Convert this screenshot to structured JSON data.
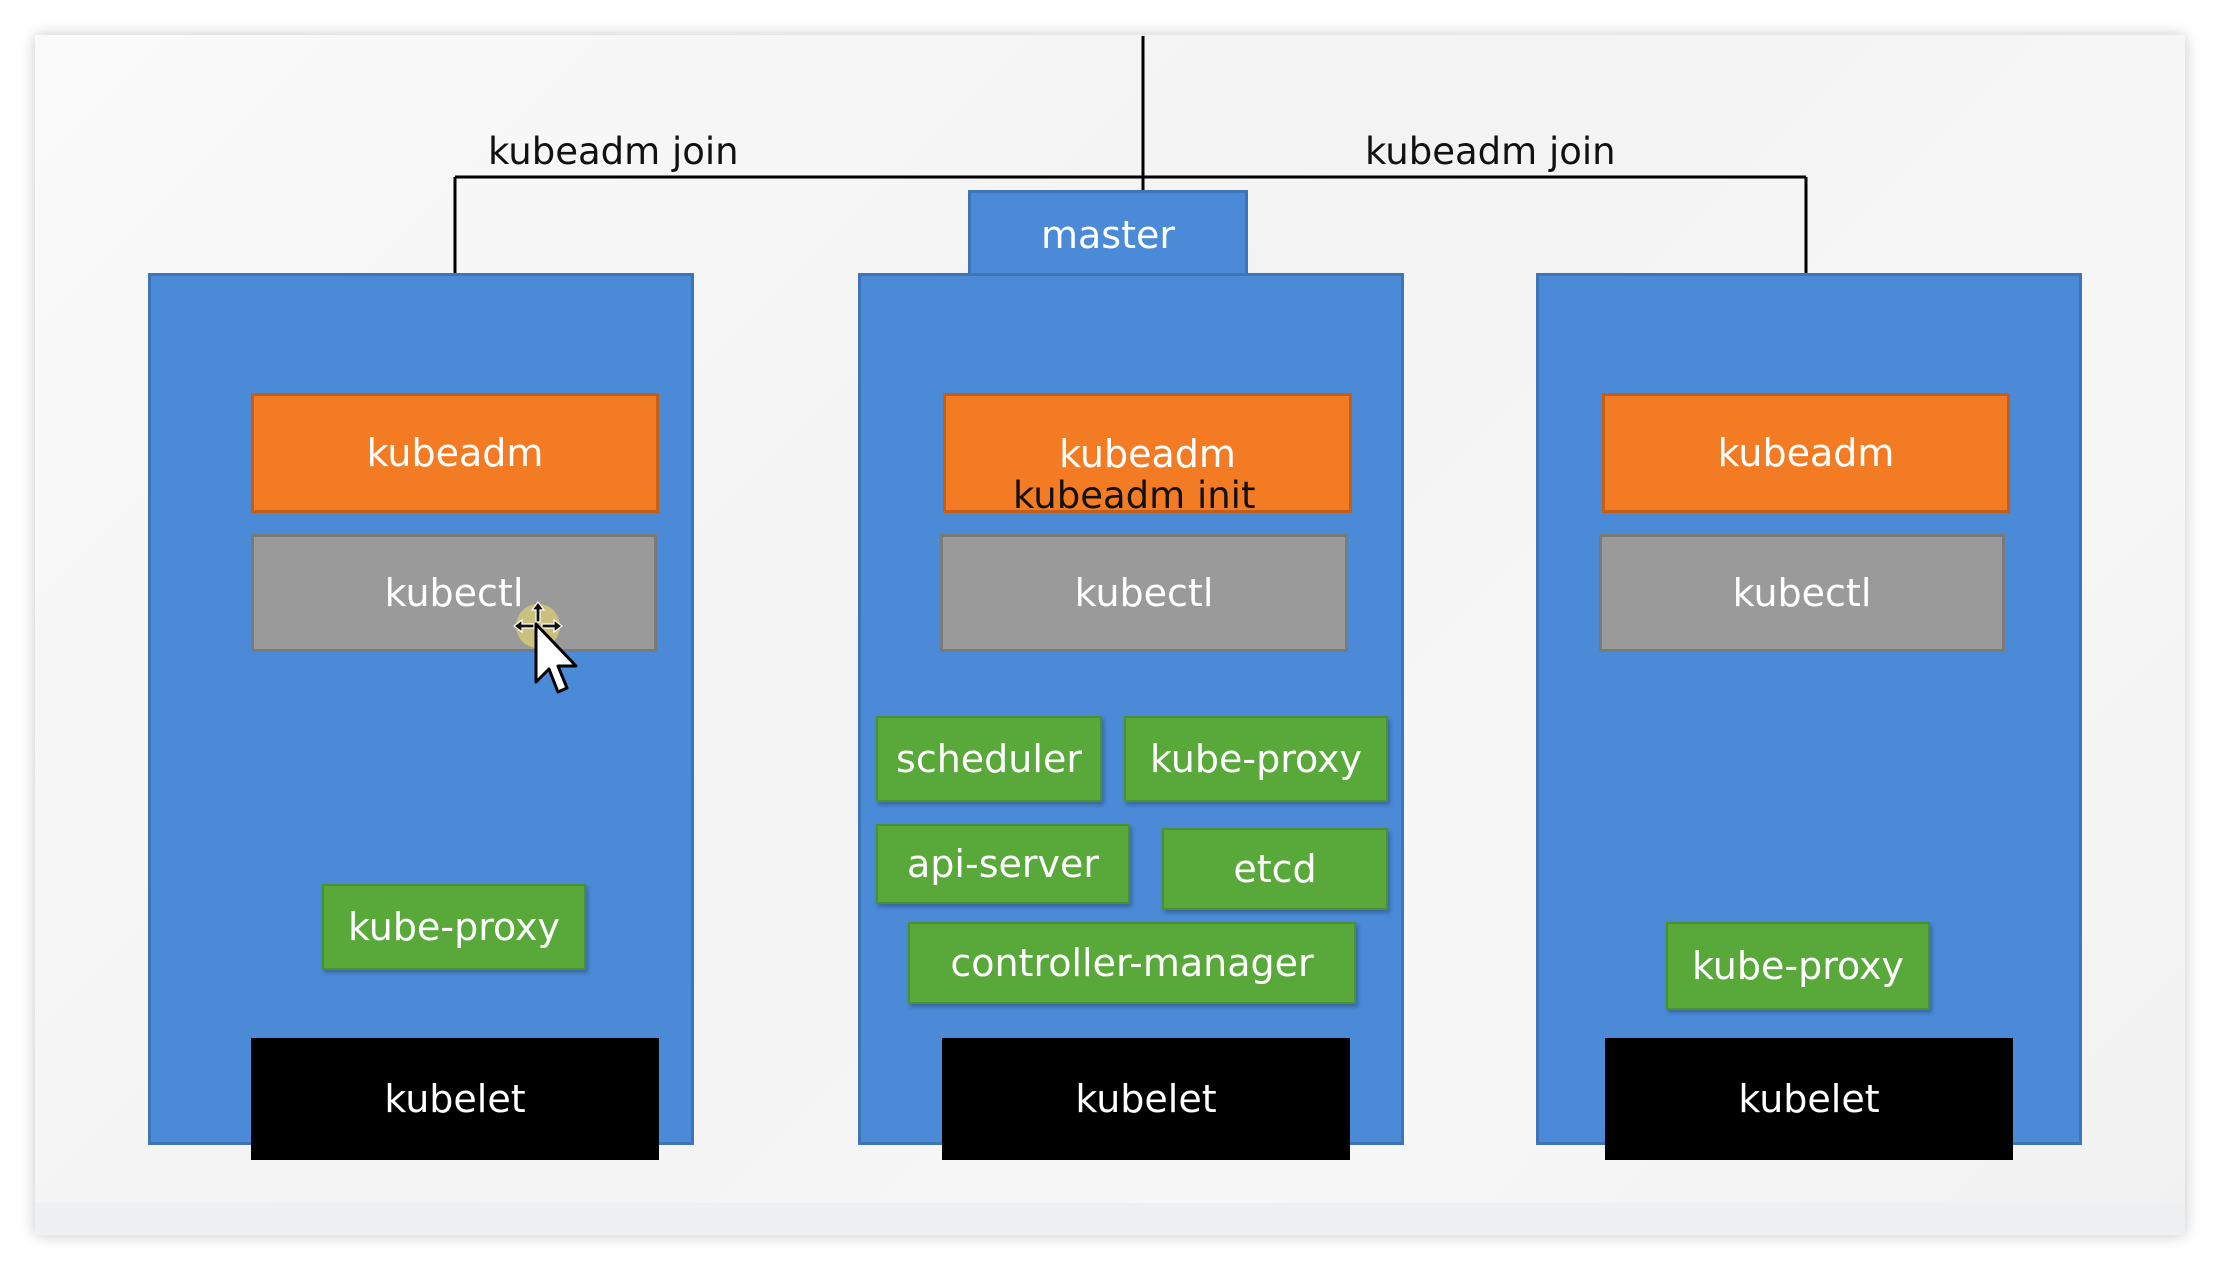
{
  "master": {
    "label": "master"
  },
  "connections": {
    "left_label": "kubeadm join",
    "right_label": "kubeadm join",
    "init_label": "kubeadm init"
  },
  "nodes": {
    "left": {
      "kubeadm": "kubeadm",
      "kubectl": "kubectl",
      "kube_proxy": "kube-proxy",
      "kubelet": "kubelet"
    },
    "center": {
      "kubeadm": "kubeadm",
      "kubectl": "kubectl",
      "scheduler": "scheduler",
      "kube_proxy": "kube-proxy",
      "api_server": "api-server",
      "etcd": "etcd",
      "controller_manager": "controller-manager",
      "kubelet": "kubelet"
    },
    "right": {
      "kubeadm": "kubeadm",
      "kubectl": "kubectl",
      "kube_proxy": "kube-proxy",
      "kubelet": "kubelet"
    }
  },
  "colors": {
    "node_fill": "#4a8ad6",
    "kubeadm": "#f37b24",
    "kubectl": "#9a9a9a",
    "component": "#58a83a",
    "kubelet": "#000000"
  },
  "icons": {
    "cursor": "arrow-cursor-icon",
    "move": "move-icon"
  }
}
